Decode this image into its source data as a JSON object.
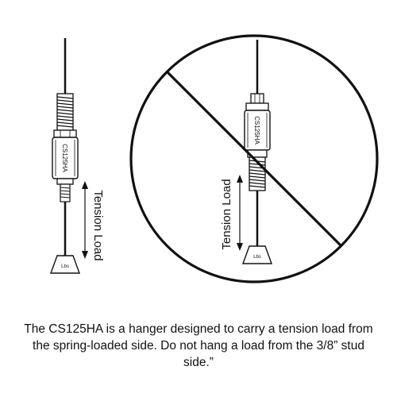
{
  "left_figure": {
    "device_label": "CS125HA",
    "arrow_label": "Tension Load",
    "weight_label": "Lbs"
  },
  "right_figure": {
    "device_label": "CS125HA",
    "arrow_label": "Tension Load",
    "weight_label": "Lbs",
    "prohibition_icon": "no-symbol-icon"
  },
  "caption": "The CS125HA is a hanger designed to carry a tension load from the spring-loaded side. Do not hang a load from the 3/8” stud side.”",
  "colors": {
    "ink": "#111111",
    "background": "#ffffff"
  }
}
